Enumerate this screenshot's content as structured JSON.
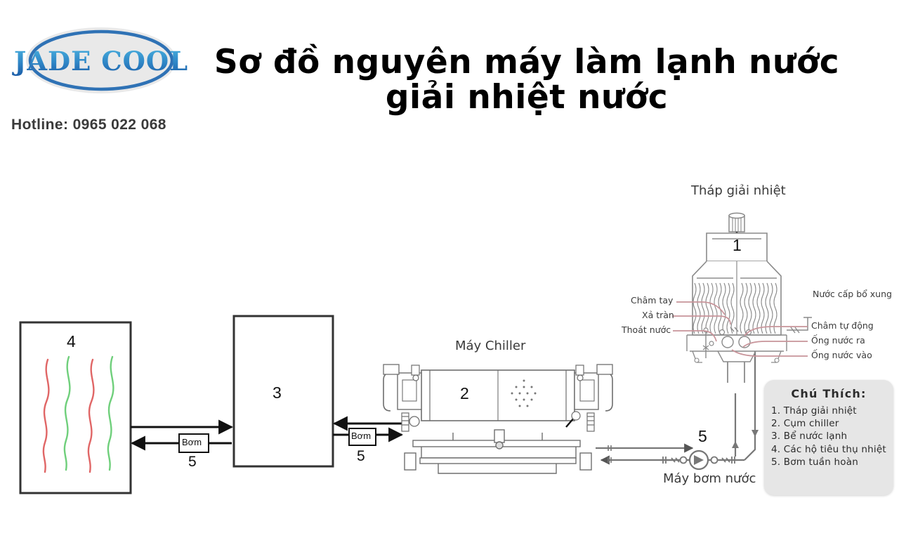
{
  "header": {
    "logo_text": "JADE COOL",
    "logo_ring_color": "#2f72b5",
    "logo_fill_color": "#e9e9e9",
    "logo_text_color_top": "#3aa0d8",
    "logo_text_color_bottom": "#1f5fa8",
    "hotline": "Hotline: 0965 022 068",
    "title_line1": "Sơ đồ nguyên máy làm lạnh nước",
    "title_line2": "giải nhiệt nước"
  },
  "diagram": {
    "cooling_tower": {
      "caption": "Tháp giải nhiệt",
      "number": "1",
      "labels_left": [
        "Châm tay",
        "Xả tràn",
        "Thoát nước"
      ],
      "labels_right_top": "Nước cấp bổ xung",
      "labels_right": [
        "Châm tự động",
        "Ống nước ra",
        "Ống nước vào"
      ],
      "leader_color": "#c8949a"
    },
    "chiller": {
      "caption": "Máy Chiller",
      "number": "2"
    },
    "cold_water_tank": {
      "number": "3"
    },
    "heat_consumers": {
      "number": "4",
      "coil_colors": [
        "#e06666",
        "#6fcf7b",
        "#e06666",
        "#6fcf7b"
      ]
    },
    "water_pump": {
      "caption": "Máy bơm nước",
      "number": "5"
    },
    "pumps": [
      {
        "label": "Bơm",
        "number": "5"
      },
      {
        "label": "Bơm",
        "number": "5"
      }
    ]
  },
  "legend": {
    "title": "Chú Thích:",
    "items": [
      "1. Tháp giải nhiệt",
      "2. Cụm chiller",
      "3. Bể nước lạnh",
      "4. Các hộ tiêu thụ nhiệt",
      "5. Bơm tuần hoàn"
    ]
  }
}
